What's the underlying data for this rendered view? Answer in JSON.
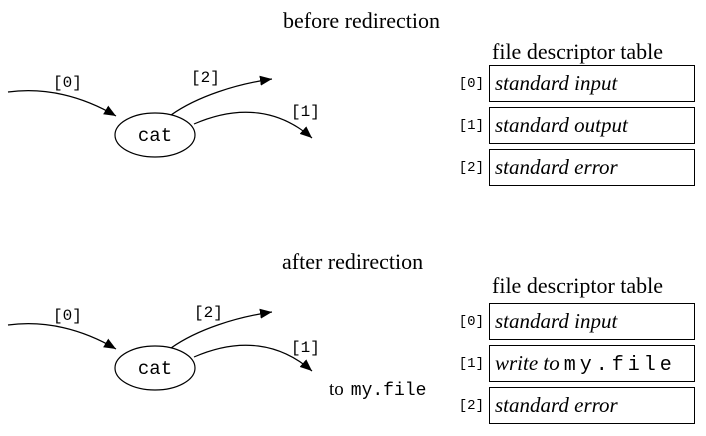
{
  "colors": {
    "ink": "#000000",
    "background": "#ffffff"
  },
  "before": {
    "title": "before redirection",
    "process_label": "cat",
    "arrow_labels": {
      "fd0": "[0]",
      "fd1": "[1]",
      "fd2": "[2]"
    },
    "table": {
      "title": "file descriptor table",
      "rows": [
        {
          "index": "[0]",
          "text": "standard input"
        },
        {
          "index": "[1]",
          "text": "standard output"
        },
        {
          "index": "[2]",
          "text": "standard error"
        }
      ]
    }
  },
  "after": {
    "title": "after redirection",
    "process_label": "cat",
    "arrow_labels": {
      "fd0": "[0]",
      "fd1": "[1]",
      "fd2": "[2]"
    },
    "redirect_note": {
      "prefix": "to",
      "filename": "my.file"
    },
    "table": {
      "title": "file descriptor table",
      "rows": [
        {
          "index": "[0]",
          "text": "standard input"
        },
        {
          "index": "[1]",
          "text_italic": "write to",
          "text_mono": "my.file"
        },
        {
          "index": "[2]",
          "text": "standard error"
        }
      ]
    }
  }
}
